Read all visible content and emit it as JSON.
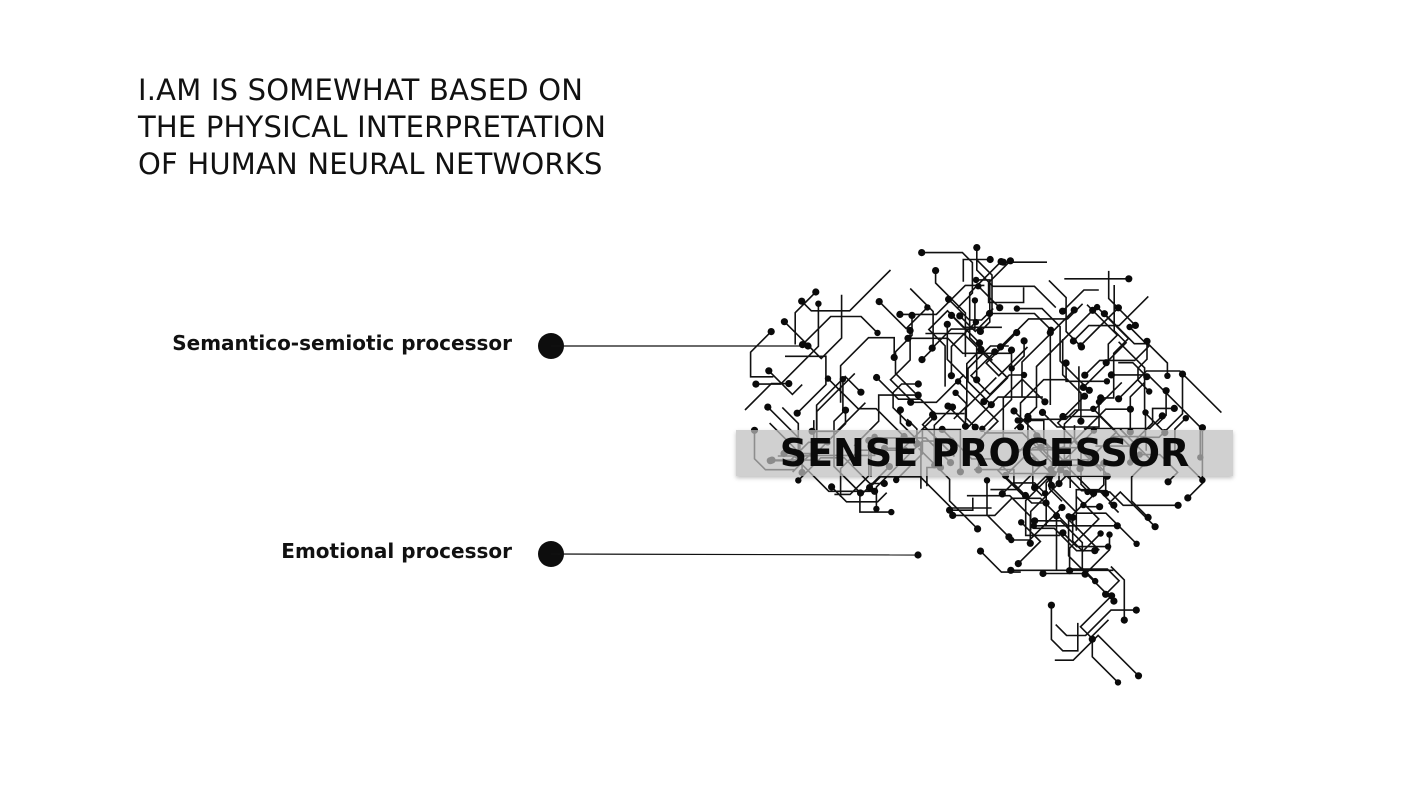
{
  "title": {
    "lines": [
      "I.AM IS SOMEWHAT BASED ON",
      "THE PHYSICAL INTERPRETATION",
      "OF HUMAN NEURAL NETWORKS"
    ]
  },
  "labels": {
    "semantic": "Semantico-semiotic  processor",
    "emotional": "Emotional  processor"
  },
  "banner": {
    "text": "SENSE PROCESSOR"
  },
  "icons": {
    "brain": "circuit-brain-icon"
  },
  "colors": {
    "ink": "#111111",
    "banner": "#bebebe",
    "background": "#ffffff"
  }
}
